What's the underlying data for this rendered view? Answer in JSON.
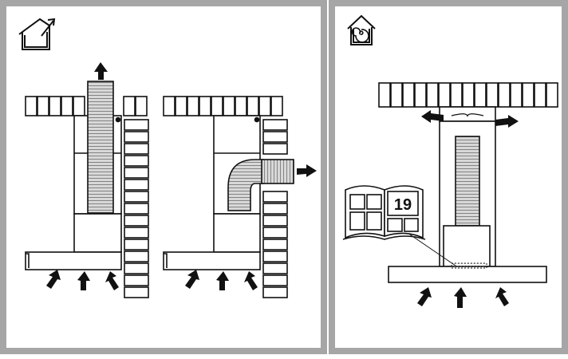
{
  "panels": [
    {
      "id": "left",
      "mode": "ducted-exhaust",
      "icon": "house-exhaust-icon"
    },
    {
      "id": "right",
      "mode": "recirculation",
      "icon": "house-recirculation-icon"
    }
  ],
  "manual": {
    "page_number": "19"
  },
  "colors": {
    "frame": "#a6a6a6",
    "line": "#111111",
    "duct_fill": "#d2d2d2",
    "ink": "#1a1a1a"
  }
}
